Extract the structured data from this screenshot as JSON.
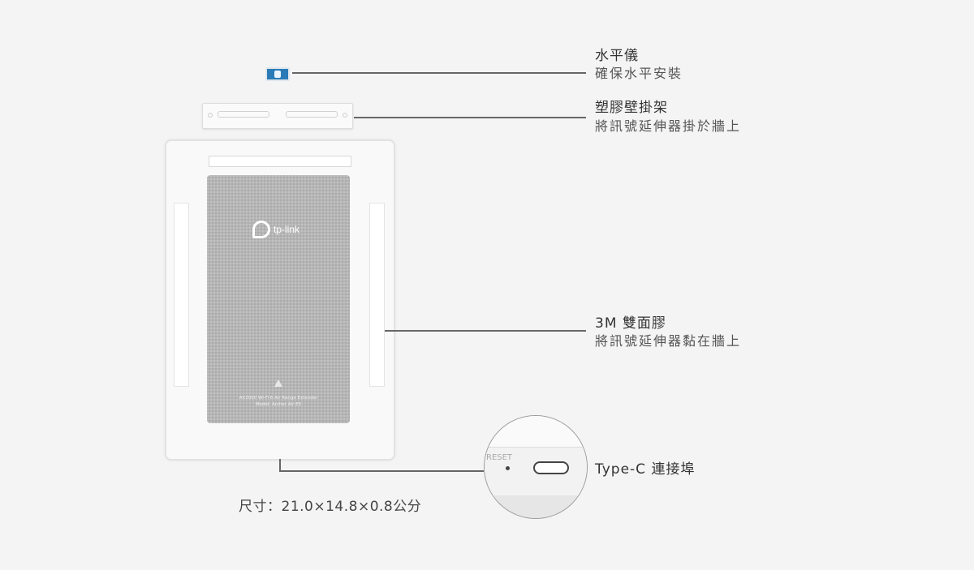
{
  "product": {
    "logo_text": "tp-link",
    "device_text_1": "AX3000 Wi-Fi 6 Air Range Extender",
    "device_text_2": "Model: Archer Air E5"
  },
  "callouts": {
    "level": {
      "title": "水平儀",
      "desc": "確保水平安裝"
    },
    "bracket": {
      "title": "塑膠壁掛架",
      "desc": "將訊號延伸器掛於牆上"
    },
    "tape": {
      "title": "3M 雙面膠",
      "desc": "將訊號延伸器黏在牆上"
    },
    "port": {
      "title": "Type-C 連接埠"
    }
  },
  "port_detail": {
    "reset_label": "RESET"
  },
  "dimensions": "尺寸：21.0×14.8×0.8公分",
  "colors": {
    "accent_level": "#2a7ab8",
    "fabric": "#b9b9b9",
    "line": "#666666"
  }
}
